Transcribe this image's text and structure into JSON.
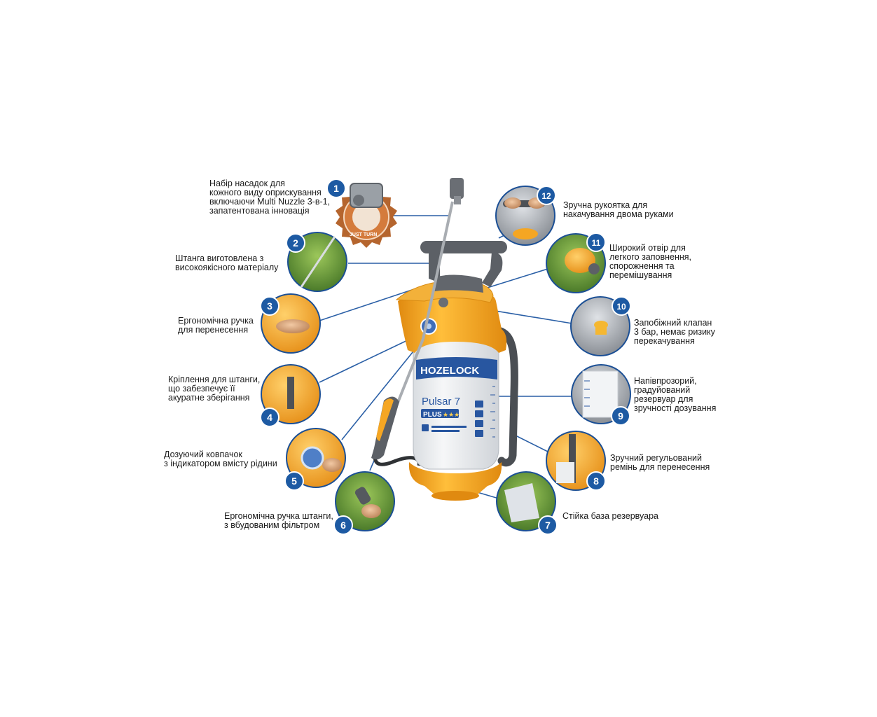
{
  "product": {
    "brand": "HOZELOCK",
    "model": "Pulsar 7",
    "variant": "PLUS",
    "stamp_text": "JUST TURN"
  },
  "colors": {
    "badge_blue": "#1d5aa3",
    "circle_ring": "#1b4f95",
    "leader_line": "#2a5fa6",
    "tank_orange": "#f5a623",
    "tank_body": "#eef0f2",
    "dark_gray": "#55585c",
    "copper": "#b5652e"
  },
  "features": [
    {
      "number": "1",
      "icon": "multi-nozzle-photo",
      "label": "Набір насадок для\nкожного виду оприскування\nвключаючи Multi Nuzzle 3-в-1,\nзапатентована інновація"
    },
    {
      "number": "2",
      "icon": "lance-photo",
      "label": "Штанга виготовлена з\nвисокоякісного матеріалу"
    },
    {
      "number": "3",
      "icon": "carry-handle-photo",
      "label": "Ергономічна ручка\nдля перенесення"
    },
    {
      "number": "4",
      "icon": "lance-clip-photo",
      "label": "Кріплення для штанги,\nщо забезпечує її\nакуратне зберігання"
    },
    {
      "number": "5",
      "icon": "dosing-cap-photo",
      "label": "Дозуючий ковпачок\nз індикатором вмісту рідини"
    },
    {
      "number": "6",
      "icon": "lance-grip-photo",
      "label": "Ергономічна ручка штанги,\nз вбудованим фільтром"
    },
    {
      "number": "7",
      "icon": "stable-base-photo",
      "label": "Стійка база резервуара"
    },
    {
      "number": "8",
      "icon": "strap-photo",
      "label": "Зручний регульований\nремінь для перенесення"
    },
    {
      "number": "9",
      "icon": "graduated-tank-photo",
      "label": "Напівпрозорий,\nградуйований\nрезервуар для\nзручності дозування"
    },
    {
      "number": "10",
      "icon": "safety-valve-photo",
      "label": "Запобіжний клапан\n3 бар, немає ризику\nперекачування"
    },
    {
      "number": "11",
      "icon": "wide-opening-photo",
      "label": "Широкий отвір для\nлегкого заповнення,\nспорожнення та\nперемішування"
    },
    {
      "number": "12",
      "icon": "pump-handle-photo",
      "label": "Зручна рукоятка для\nнакачування двома руками"
    }
  ]
}
